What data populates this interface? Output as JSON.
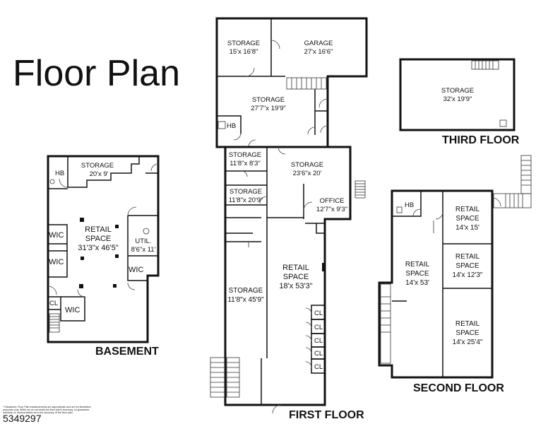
{
  "title": "Floor Plan",
  "floors": {
    "basement": {
      "label": "BASEMENT",
      "rooms": {
        "hb": "HB",
        "storage_name": "STORAGE",
        "storage_dim": "20'x 9'",
        "retail_name": "RETAIL",
        "retail_name2": "SPACE",
        "retail_dim": "31'3\"x 46'5\"",
        "util_name": "UTIL.",
        "util_dim": "8'6\"x 11'",
        "wic1": "WIC",
        "wic2": "WIC",
        "wic3": "WIC",
        "wic4": "WIC",
        "cl": "CL"
      }
    },
    "first": {
      "label": "FIRST FLOOR",
      "rooms": {
        "storage1_name": "STORAGE",
        "storage1_dim": "15'x 16'8\"",
        "garage_name": "GARAGE",
        "garage_dim": "27'x 16'6\"",
        "storage2_name": "STORAGE",
        "storage2_dim": "27'7\"x 19'9\"",
        "hb": "HB",
        "storage3_name": "STORAGE",
        "storage3_dim": "11'8\"x 8'3\"",
        "storage4_name": "STORAGE",
        "storage4_dim": "23'6\"x 20'",
        "storage5_name": "STORAGE",
        "storage5_dim": "11'8\"x 20'9\"",
        "office_name": "OFFICE",
        "office_dim": "12'7\"x 9'3\"",
        "retail_name": "RETAIL",
        "retail_name2": "SPACE",
        "retail_dim": "18'x 53'3\"",
        "storage6_name": "STORAGE",
        "storage6_dim": "11'8\"x 45'9\"",
        "cl1": "CL",
        "cl2": "CL",
        "cl3": "CL",
        "cl4": "CL",
        "cl5": "CL"
      }
    },
    "second": {
      "label": "SECOND FLOOR",
      "rooms": {
        "hb": "HB",
        "retail1_name": "RETAIL",
        "retail1_name2": "SPACE",
        "retail1_dim": "14'x 15'",
        "retail2_name": "RETAIL",
        "retail2_name2": "SPACE",
        "retail2_dim": "14'x 53'",
        "retail3_name": "RETAIL",
        "retail3_name2": "SPACE",
        "retail3_dim": "14'x 12'3\"",
        "retail4_name": "RETAIL",
        "retail4_name2": "SPACE",
        "retail4_dim": "14'x 25'4\""
      }
    },
    "third": {
      "label": "THIRD FLOOR",
      "rooms": {
        "storage_name": "STORAGE",
        "storage_dim": "32'x 19'9\""
      }
    }
  },
  "disclaimer": "* Disclaimer: Floor Plan measurements are approximate and are for illustrative purposes only. While we do not doubt the floor plan's accuracy, no guarantee, warranty, or representation as to the accuracy of the floor plan.",
  "listing_id": "5349297"
}
